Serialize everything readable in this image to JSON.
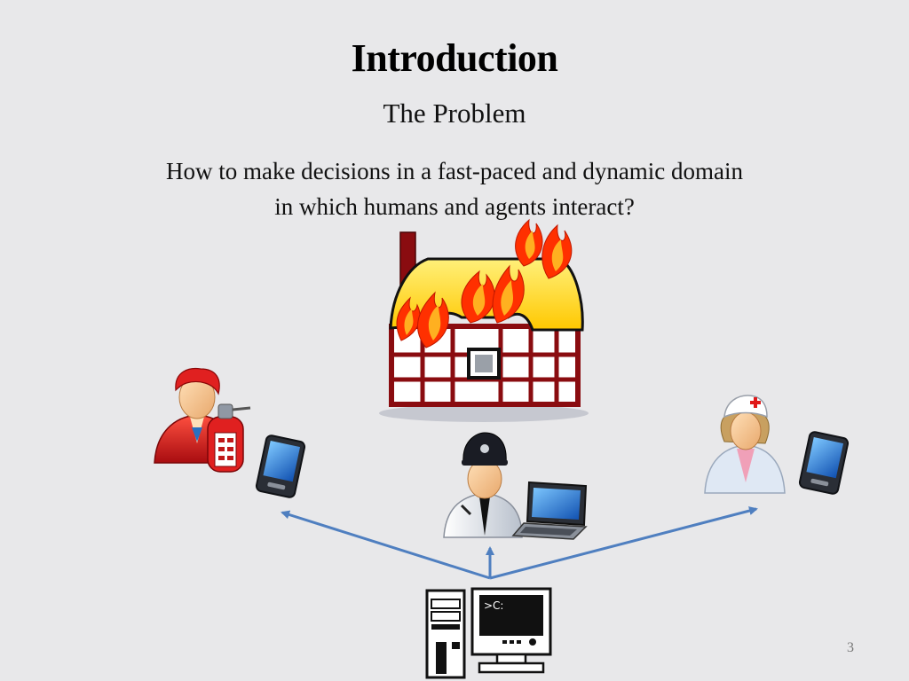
{
  "slide": {
    "title": "Introduction",
    "subtitle": "The Problem",
    "question_lines": [
      "How to make decisions in a fast-paced and dynamic domain",
      "in which humans and agents interact?"
    ],
    "page_number": "3"
  },
  "illustration": {
    "terminal_prompt": ">C:",
    "icons": [
      "burning-house-icon",
      "firefighter-icon",
      "police-officer-icon",
      "nurse-icon",
      "pda-icon",
      "laptop-icon",
      "desktop-computer-icon"
    ]
  },
  "colors": {
    "background": "#e8e8ea",
    "arrow": "#4f7fc0",
    "fire": "#ff3000",
    "roof": "#ffdc30",
    "timber": "#8a0c10"
  }
}
